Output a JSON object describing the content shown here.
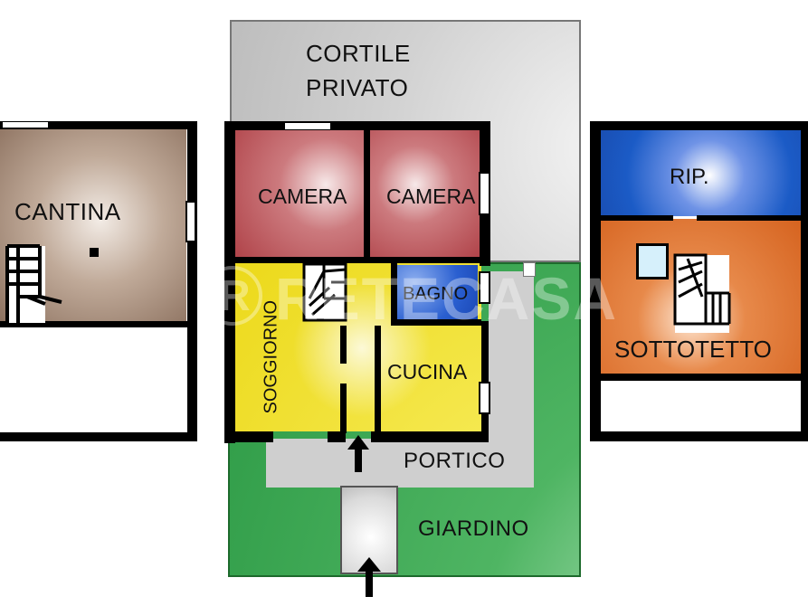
{
  "plans": {
    "cantina": {
      "label": "CANTINA"
    },
    "ground_floor": {
      "cortile": {
        "line1": "CORTILE",
        "line2": "PRIVATO"
      },
      "camera_left": {
        "label": "CAMERA"
      },
      "camera_right": {
        "label": "CAMERA"
      },
      "bagno": {
        "label": "BAGNO"
      },
      "soggiorno": {
        "label": "SOGGIORNO"
      },
      "cucina": {
        "label": "CUCINA"
      },
      "portico": {
        "label": "PORTICO"
      },
      "giardino": {
        "label": "GIARDINO"
      }
    },
    "attic": {
      "ripostiglio": {
        "label": "RIP."
      },
      "sottotetto": {
        "label": "SOTTOTETTO"
      }
    }
  },
  "watermark": {
    "text": "RETECASA",
    "symbol": "R"
  },
  "colors": {
    "cantina": "#9a8170",
    "cortile": "#c9c9c9",
    "camera": "#b54a4f",
    "bagno": "#1f55c8",
    "living": "#f2e21a",
    "portico": "#cfcfcf",
    "giardino": "#2fa548",
    "ripostiglio": "#1b5bc6",
    "sottotetto": "#d9661f"
  }
}
